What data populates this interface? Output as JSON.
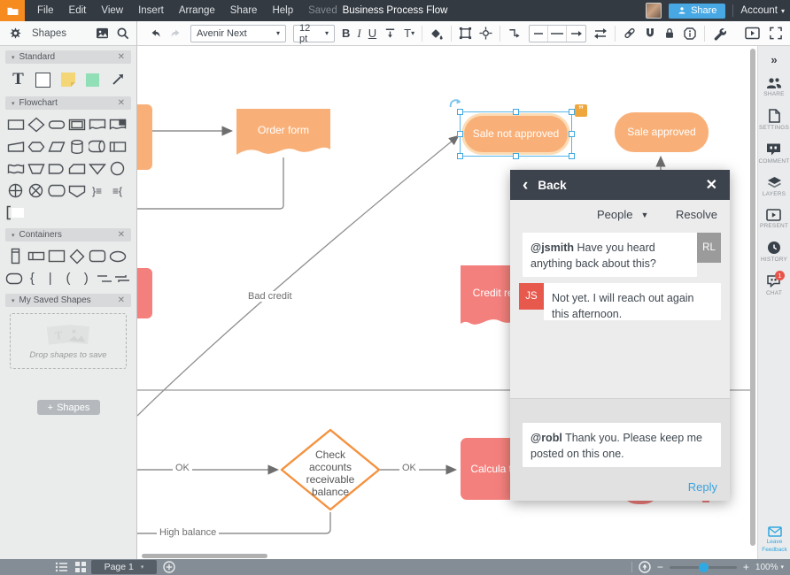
{
  "menubar": {
    "menus": [
      "File",
      "Edit",
      "View",
      "Insert",
      "Arrange",
      "Share",
      "Help"
    ],
    "saved": "Saved",
    "title": "Business Process Flow",
    "share": "Share",
    "account": "Account"
  },
  "toolbar": {
    "font": "Avenir Next",
    "size": "12 pt",
    "bold": "B",
    "italic": "I",
    "underline": "U",
    "text_style": "T"
  },
  "shapes_panel": {
    "title": "Shapes",
    "sections": {
      "standard": "Standard",
      "flowchart": "Flowchart",
      "containers": "Containers",
      "saved": "My Saved Shapes"
    },
    "drop_hint": "Drop shapes to save",
    "add_shapes": "Shapes"
  },
  "canvas": {
    "nodes": {
      "order_form": "Order form",
      "sale_not_approved": "Sale not approved",
      "sale_approved": "Sale approved",
      "credit_report": "Credit rep",
      "calculate": "Calcula ter",
      "check_balance": "Check accounts receivable balance"
    },
    "edge_labels": {
      "bad_credit": "Bad credit",
      "ok_left": "OK",
      "ok_right": "OK",
      "high_balance": "High balance"
    }
  },
  "comment_panel": {
    "back": "Back",
    "people": "People",
    "resolve": "Resolve",
    "comments": [
      {
        "avatar": "RL",
        "author": "@jsmith",
        "text": "Have you heard anything back about this?"
      },
      {
        "avatar": "JS",
        "author": "",
        "text": "Not yet. I will reach out again this afternoon."
      }
    ],
    "draft": {
      "author": "@robl",
      "text": "Thank you. Please keep me posted on this one."
    },
    "reply": "Reply"
  },
  "right_rail": {
    "share": "SHARE",
    "settings": "SETTINGS",
    "comment": "COMMENT",
    "layers": "LAYERS",
    "present": "PRESENT",
    "history": "HISTORY",
    "chat": "CHAT",
    "chat_badge": "1",
    "feedback": "Leave Feedback"
  },
  "statusbar": {
    "page": "Page 1",
    "zoom": "100%"
  },
  "icons": {
    "close": "✕",
    "caret_down": "▾",
    "caret_big": "▼",
    "chevron_left": "‹",
    "chevrons_right": "»",
    "quote": "”",
    "plus": "+",
    "minus": "−",
    "tri": "▾"
  },
  "colors": {
    "brand_orange": "#f68b1f",
    "shape_orange": "#f9b078",
    "shape_red": "#f4807d",
    "selection_blue": "#55b6e8",
    "link_blue": "#38a3df",
    "badge_red": "#e8544a"
  }
}
